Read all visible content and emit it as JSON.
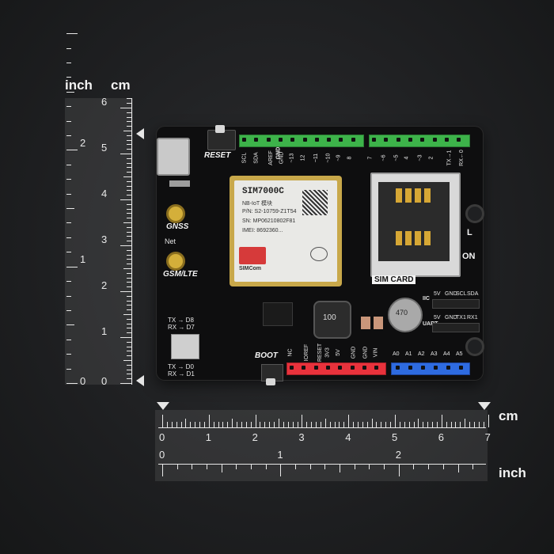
{
  "rulers": {
    "vertical": {
      "unit_inch": "inch",
      "unit_cm": "cm",
      "inch_labels": [
        "2",
        "1",
        "0"
      ],
      "cm_labels": [
        "6",
        "5",
        "4",
        "3",
        "2",
        "1",
        "0"
      ]
    },
    "horizontal": {
      "unit_cm": "cm",
      "unit_inch": "inch",
      "cm_labels": [
        "0",
        "1",
        "2",
        "3",
        "4",
        "5",
        "6",
        "7"
      ],
      "inch_labels": [
        "0",
        "1",
        "2"
      ]
    }
  },
  "board": {
    "reset_label": "RESET",
    "boot_label": "BOOT",
    "gnss_label": "GNSS",
    "net_label": "Net",
    "gsm_label": "GSM/LTE",
    "sim_card_label": "SIM CARD",
    "led_l": "L",
    "led_on": "ON",
    "gnd_top": "GND",
    "gnd_bottom": "GND",
    "inductor_text": "100",
    "capacitor_text": "470",
    "top_left_pins": [
      "SCL",
      "SDA",
      "AREF",
      "GND",
      "~13",
      "12",
      "~11",
      "~10",
      "~9",
      "8"
    ],
    "top_right_pins": [
      "7",
      "~6",
      "~5",
      "4",
      "~3",
      "2",
      "TX→1",
      "RX←0"
    ],
    "bottom_power_pins": [
      "NC",
      "IOREF",
      "RESET",
      "3V3",
      "5V",
      "GND",
      "GND",
      "VIN"
    ],
    "bottom_analog_pins": [
      "A0",
      "A1",
      "A2",
      "A3",
      "A4",
      "A5"
    ],
    "iic_label": "IIC",
    "iic_pins": [
      "5V",
      "GND",
      "SCL",
      "SDA"
    ],
    "uart_label": "UART",
    "uart_pins": [
      "5V",
      "GND",
      "TX1",
      "RX1"
    ],
    "tx_d8": "TX → D8",
    "rx_d7": "RX → D7",
    "tx_d0": "TX → D0",
    "rx_d1": "RX → D1",
    "module": {
      "model": "SIM7000C",
      "line2": "NB-IoT 模块",
      "line3": "P/N: S2-10759-Z1T54",
      "line4": "SN: MP06210802F81",
      "line5": "IMEI: 8692360...",
      "brand": "SIMCom"
    }
  },
  "colors": {
    "header_green": "#3db34a",
    "header_red": "#e8323c",
    "header_blue": "#2e6be0",
    "board": "#0e0e0f",
    "background": "#222325"
  }
}
